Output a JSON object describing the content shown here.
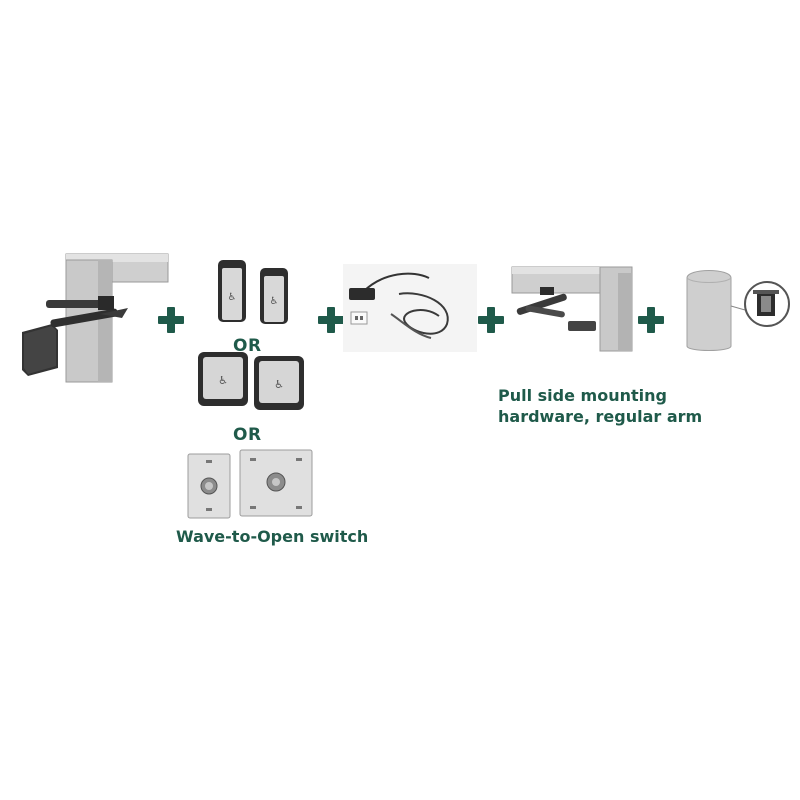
{
  "diagram": {
    "separator_color": "#1f5a4a",
    "or_labels": [
      "OR",
      "OR"
    ],
    "switch_caption": "Wave-to-Open switch",
    "arm_caption_line1": "Pull side mounting",
    "arm_caption_line2": "hardware, regular arm",
    "components": [
      {
        "icon": "door-operator-icon"
      },
      {
        "icon": "push-button-switch-icon"
      },
      {
        "icon": "power-supply-cable-icon"
      },
      {
        "icon": "pull-side-arm-icon"
      },
      {
        "icon": "cover-accessory-icon"
      }
    ]
  }
}
